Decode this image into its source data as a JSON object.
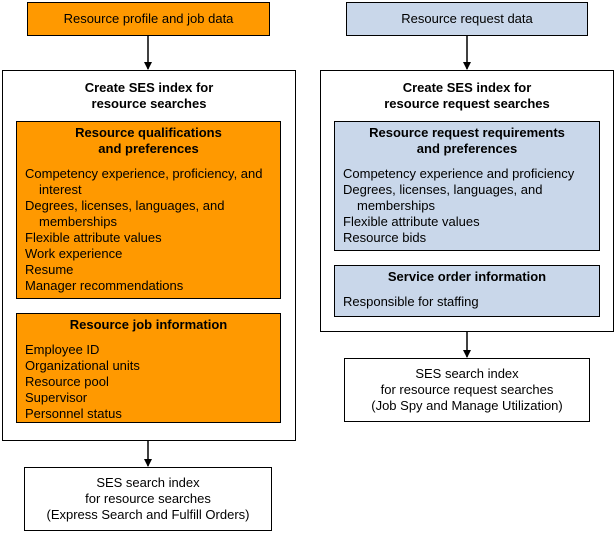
{
  "left": {
    "input": "Resource profile and job data",
    "container_title_1": "Create SES index for",
    "container_title_2": "resource searches",
    "qualifications": {
      "title_1": "Resource qualifications",
      "title_2": "and preferences",
      "items": [
        "Competency experience, proficiency, and interest",
        "Degrees, licenses, languages, and memberships",
        "Flexible attribute values",
        "Work experience",
        "Resume",
        "Manager recommendations"
      ]
    },
    "job": {
      "title": "Resource job information",
      "items": [
        "Employee ID",
        "Organizational units",
        "Resource pool",
        "Supervisor",
        "Personnel status"
      ]
    },
    "result_1": "SES search index",
    "result_2": "for resource searches",
    "result_3": "(Express Search and Fulfill Orders)"
  },
  "right": {
    "input": "Resource request data",
    "container_title_1": "Create SES index for",
    "container_title_2": "resource request searches",
    "requirements": {
      "title_1": "Resource request requirements",
      "title_2": "and preferences",
      "items": [
        "Competency experience and proficiency",
        "Degrees, licenses, languages, and memberships",
        "Flexible attribute values",
        "Resource bids"
      ]
    },
    "service": {
      "title": "Service order information",
      "items": [
        "Responsible for staffing"
      ]
    },
    "result_1": "SES search index",
    "result_2": "for resource request searches",
    "result_3": "(Job Spy and Manage Utilization)"
  },
  "colors": {
    "orange": "#ff9900",
    "blue": "#c9d7ea",
    "line": "#000000"
  }
}
